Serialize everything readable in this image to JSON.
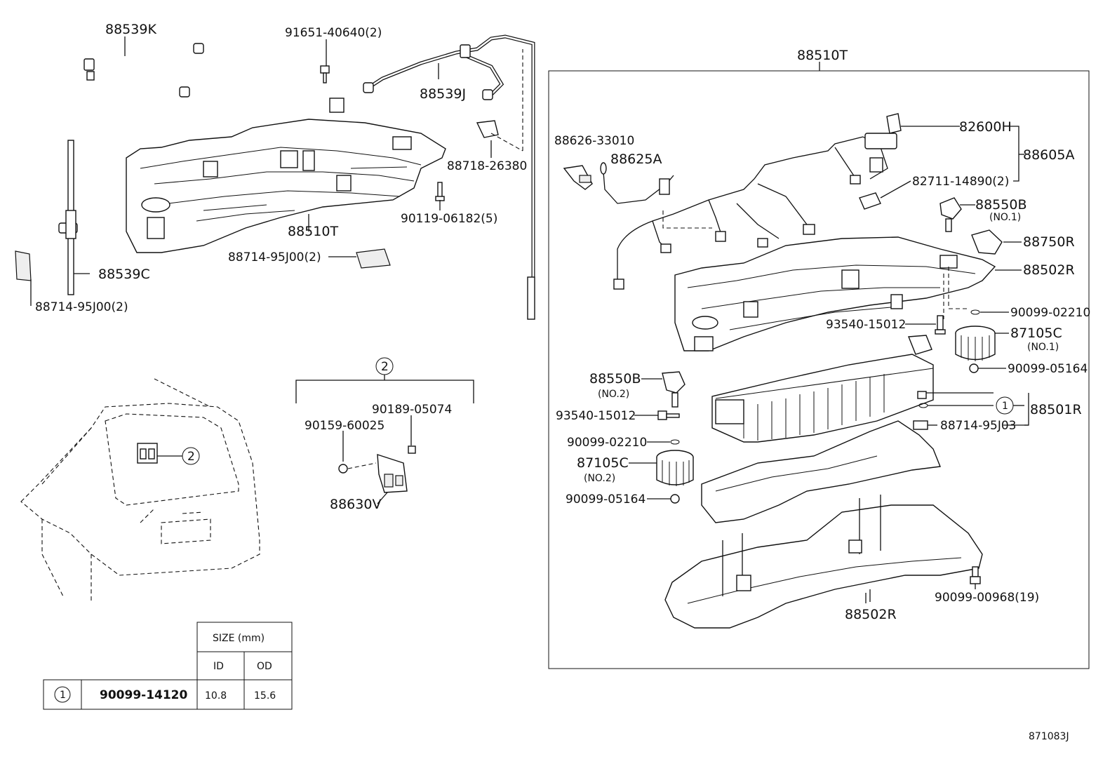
{
  "labels": {
    "p88539K": "88539K",
    "p91651": "91651-40640(2)",
    "p88539J": "88539J",
    "p88718": "88718-26380",
    "p90119": "90119-06182(5)",
    "p88510T_left": "88510T",
    "p88714_mid": "88714-95J00(2)",
    "p88539C": "88539C",
    "p88714_left": "88714-95J00(2)",
    "p88510T_box": "88510T",
    "p82600H": "82600H",
    "p88605A": "88605A",
    "p82711": "82711-14890(2)",
    "p88626": "88626-33010",
    "p88625A": "88625A",
    "p88550B_1": "88550B",
    "no1_a": "(NO.1)",
    "p88750R": "88750R",
    "p88502R_top": "88502R",
    "p90099_02210_r": "90099-02210",
    "p93540_r": "93540-15012",
    "p87105C_1": "87105C",
    "no1_b": "(NO.1)",
    "p90099_05164_r": "90099-05164",
    "p88550B_2": "88550B",
    "no2_a": "(NO.2)",
    "p93540_l": "93540-15012",
    "p90099_02210_l": "90099-02210",
    "p87105C_2": "87105C",
    "no2_b": "(NO.2)",
    "p90099_05164_l": "90099-05164",
    "p88501R": "88501R",
    "p88714_95J03": "88714-95J03",
    "callout1": "1",
    "p90099_00968": "90099-00968(19)",
    "p88502R_bot": "88502R",
    "callout2": "2",
    "p90189": "90189-05074",
    "p90159": "90159-60025",
    "p88630V": "88630V",
    "callout2_vehicle": "2",
    "ref": "871083J"
  },
  "table": {
    "size_header": "SIZE (mm)",
    "id_header": "ID",
    "od_header": "OD",
    "row_callout": "1",
    "row_part": "90099-14120",
    "row_id": "10.8",
    "row_od": "15.6"
  }
}
